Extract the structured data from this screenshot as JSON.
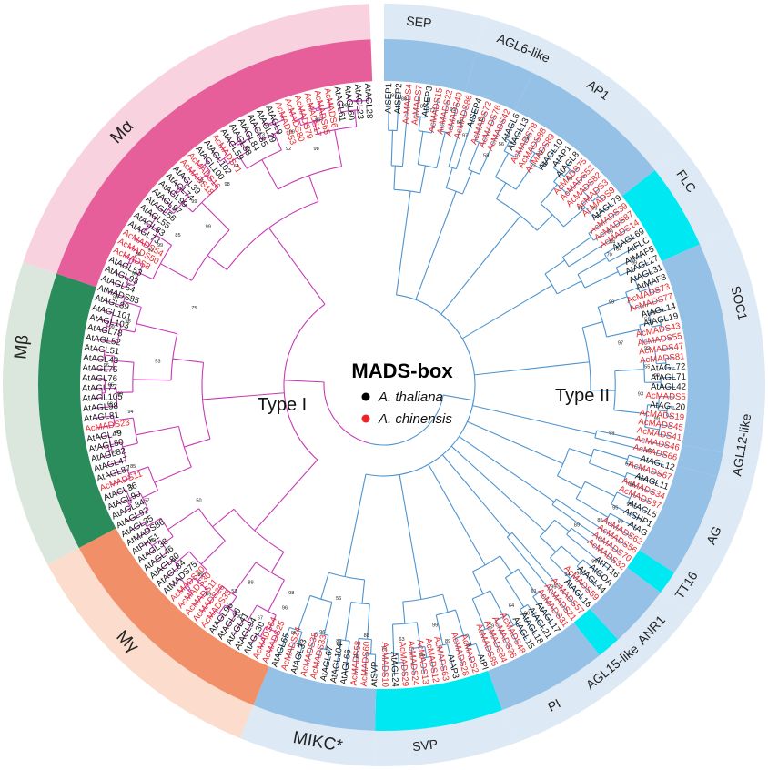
{
  "title": "MADS-box",
  "type_labels": {
    "type1": "Type I",
    "type2": "Type II"
  },
  "legend": [
    {
      "label": "A. thaliana",
      "color": "#000000"
    },
    {
      "label": "A. chinensis",
      "color": "#e8262a"
    }
  ],
  "colors": {
    "thaliana": "#111111",
    "chinensis": "#e8262a",
    "typeI_branch": "#c63ab5",
    "typeII_branch": "#4d93cf",
    "outer_ring": "#dde9f5",
    "band_blue": "#94c1e5",
    "band_cyan": "#00e8f2",
    "Ma": "#e75f9a",
    "Mb": "#2a8b5b",
    "Mg": "#f08f68"
  },
  "groups": [
    {
      "name": "SEP",
      "angle": 5.5,
      "start": 0,
      "end": 15.5,
      "color": "#94c1e5",
      "big": false
    },
    {
      "name": "AGL6-like",
      "angle": 22.5,
      "start": 15.5,
      "end": 25.5,
      "color": "#94c1e5",
      "big": false
    },
    {
      "name": "AP1",
      "angle": 36,
      "start": 25.5,
      "end": 51.6,
      "color": "#94c1e5",
      "big": false
    },
    {
      "name": "FLC",
      "angle": 56,
      "start": 51.6,
      "end": 66,
      "color": "#00e8f2",
      "big": false
    },
    {
      "name": "SOC1",
      "angle": 77,
      "start": 66,
      "end": 101.3,
      "color": "#94c1e5",
      "big": false
    },
    {
      "name": "AGL12-like",
      "angle": 99.5,
      "start": 101.3,
      "end": 105.4,
      "color": "#94c1e5",
      "big": false
    },
    {
      "name": "AG",
      "angle": 114.5,
      "start": 105.4,
      "end": 122.9,
      "color": "#94c1e5",
      "big": false
    },
    {
      "name": "TT16",
      "angle": 123.5,
      "start": 122.9,
      "end": 126.9,
      "color": "#00e8f2",
      "big": false
    },
    {
      "name": "ANR1",
      "angle": 132.5,
      "start": 126.9,
      "end": 137.4,
      "color": "#94c1e5",
      "big": false
    },
    {
      "name": "AGL15-like",
      "angle": 141,
      "start": 137.4,
      "end": 141.4,
      "color": "#00e8f2",
      "big": false
    },
    {
      "name": "PI",
      "angle": 152,
      "start": 141.4,
      "end": 160,
      "color": "#94c1e5",
      "big": false
    },
    {
      "name": "SVP",
      "angle": 173.5,
      "start": 160,
      "end": 181.5,
      "color": "#00e8f2",
      "big": false
    },
    {
      "name": "MIKC*",
      "angle": 190.5,
      "start": 181.5,
      "end": 202.2,
      "color": "#94c1e5",
      "big": true
    },
    {
      "name": "Mγ",
      "angle": 225,
      "start": 202.2,
      "end": 241.9,
      "color": "#f08f68",
      "big": true
    },
    {
      "name": "Mβ",
      "angle": 276,
      "start": 241.9,
      "end": 288.8,
      "color": "#2a8b5b",
      "big": true
    },
    {
      "name": "Mα",
      "angle": 314,
      "start": 288.8,
      "end": 357.8,
      "color": "#e75f9a",
      "big": true
    }
  ],
  "leaves": [
    {
      "label": "AtSEP1",
      "sp": "at"
    },
    {
      "label": "AtSEP2",
      "sp": "at"
    },
    {
      "label": "AcMADS4",
      "sp": "ac"
    },
    {
      "label": "AcMADS7",
      "sp": "ac"
    },
    {
      "label": "AtSEP3",
      "sp": "at"
    },
    {
      "label": "AcMADS15",
      "sp": "ac"
    },
    {
      "label": "AcMADS22",
      "sp": "ac"
    },
    {
      "label": "AcMADS40",
      "sp": "ac"
    },
    {
      "label": "AcMADS86",
      "sp": "ac"
    },
    {
      "label": "AtSEP4",
      "sp": "at"
    },
    {
      "label": "AcMADS72",
      "sp": "ac"
    },
    {
      "label": "AcMADS76",
      "sp": "ac"
    },
    {
      "label": "AcMADS42",
      "sp": "ac"
    },
    {
      "label": "AtAGL6",
      "sp": "at"
    },
    {
      "label": "AtAGL13",
      "sp": "at"
    },
    {
      "label": "AcMADS78",
      "sp": "ac"
    },
    {
      "label": "AcMADS88",
      "sp": "ac"
    },
    {
      "label": "AcMADS89",
      "sp": "ac"
    },
    {
      "label": "AtAGL10",
      "sp": "at"
    },
    {
      "label": "AtAP1",
      "sp": "at"
    },
    {
      "label": "AtAGL8",
      "sp": "at"
    },
    {
      "label": "AcMADS75",
      "sp": "ac"
    },
    {
      "label": "AcMADS52",
      "sp": "ac"
    },
    {
      "label": "AcMADS82",
      "sp": "ac"
    },
    {
      "label": "AcMADS3",
      "sp": "ac"
    },
    {
      "label": "AcMADS9",
      "sp": "ac"
    },
    {
      "label": "AtAGL79",
      "sp": "at"
    },
    {
      "label": "AcMADS39",
      "sp": "ac"
    },
    {
      "label": "AcMADS87",
      "sp": "ac"
    },
    {
      "label": "AcMADS14",
      "sp": "ac"
    },
    {
      "label": "AtAGL69",
      "sp": "at"
    },
    {
      "label": "AtFLC",
      "sp": "at"
    },
    {
      "label": "AtMAF5",
      "sp": "at"
    },
    {
      "label": "AtAGL27",
      "sp": "at"
    },
    {
      "label": "AtAGL31",
      "sp": "at"
    },
    {
      "label": "AtMAF3",
      "sp": "at"
    },
    {
      "label": "AcMADS73",
      "sp": "ac"
    },
    {
      "label": "AcMADS77",
      "sp": "ac"
    },
    {
      "label": "AtAGL14",
      "sp": "at"
    },
    {
      "label": "AtAGL19",
      "sp": "at"
    },
    {
      "label": "AcMADS43",
      "sp": "ac"
    },
    {
      "label": "AcMADS55",
      "sp": "ac"
    },
    {
      "label": "AcMADS47",
      "sp": "ac"
    },
    {
      "label": "AcMADS81",
      "sp": "ac"
    },
    {
      "label": "AtAGL72",
      "sp": "at"
    },
    {
      "label": "AtAGL71",
      "sp": "at"
    },
    {
      "label": "AtAGL42",
      "sp": "at"
    },
    {
      "label": "AcMADS5",
      "sp": "ac"
    },
    {
      "label": "AtAGL20",
      "sp": "at"
    },
    {
      "label": "AcMADS19",
      "sp": "ac"
    },
    {
      "label": "AcMADS45",
      "sp": "ac"
    },
    {
      "label": "AcMADS41",
      "sp": "ac"
    },
    {
      "label": "AcMADS46",
      "sp": "ac"
    },
    {
      "label": "AcMADS66",
      "sp": "ac"
    },
    {
      "label": "AtAGL12",
      "sp": "at"
    },
    {
      "label": "AcMADS67",
      "sp": "ac"
    },
    {
      "label": "AtAGL11",
      "sp": "at"
    },
    {
      "label": "AcMADS34",
      "sp": "ac"
    },
    {
      "label": "AcMADS37",
      "sp": "ac"
    },
    {
      "label": "AtAGL5",
      "sp": "at"
    },
    {
      "label": "AtSHP1",
      "sp": "at"
    },
    {
      "label": "AtAG",
      "sp": "at"
    },
    {
      "label": "AcMADS62",
      "sp": "ac"
    },
    {
      "label": "AcMADS56",
      "sp": "ac"
    },
    {
      "label": "AcMADS70",
      "sp": "ac"
    },
    {
      "label": "AcMADS32",
      "sp": "ac"
    },
    {
      "label": "AtTT16",
      "sp": "at"
    },
    {
      "label": "AtGOA",
      "sp": "at"
    },
    {
      "label": "AtAGL44",
      "sp": "at"
    },
    {
      "label": "AcMADS59",
      "sp": "ac"
    },
    {
      "label": "AtAGL16",
      "sp": "at"
    },
    {
      "label": "AcMADS57",
      "sp": "ac"
    },
    {
      "label": "AcMADS21",
      "sp": "ac"
    },
    {
      "label": "AcMADS31",
      "sp": "ac"
    },
    {
      "label": "AtAGL17",
      "sp": "at"
    },
    {
      "label": "AtAGL21",
      "sp": "at"
    },
    {
      "label": "AtAGL18",
      "sp": "at"
    },
    {
      "label": "AtAGL15",
      "sp": "at"
    },
    {
      "label": "AcMADS48",
      "sp": "ac"
    },
    {
      "label": "AcMADS36",
      "sp": "ac"
    },
    {
      "label": "AcMADS84",
      "sp": "ac"
    },
    {
      "label": "AcMADS85",
      "sp": "ac"
    },
    {
      "label": "AtPI",
      "sp": "at"
    },
    {
      "label": "AcMADS2",
      "sp": "ac"
    },
    {
      "label": "AcMADS28",
      "sp": "ac"
    },
    {
      "label": "AtAP3",
      "sp": "at"
    },
    {
      "label": "AcMADS63",
      "sp": "ac"
    },
    {
      "label": "AcMADS12",
      "sp": "ac"
    },
    {
      "label": "AcMADS13",
      "sp": "ac"
    },
    {
      "label": "AcMADS24",
      "sp": "ac"
    },
    {
      "label": "AcMADS29",
      "sp": "ac"
    },
    {
      "label": "AtAGL24",
      "sp": "at"
    },
    {
      "label": "AcMADS10",
      "sp": "ac"
    },
    {
      "label": "AtSVP",
      "sp": "at"
    },
    {
      "label": "AcMADS60",
      "sp": "ac"
    },
    {
      "label": "AcMADS58",
      "sp": "ac"
    },
    {
      "label": "AtAGL66",
      "sp": "at"
    },
    {
      "label": "AtAGL104",
      "sp": "at"
    },
    {
      "label": "AtAGL67",
      "sp": "at"
    },
    {
      "label": "AcMADS33",
      "sp": "ac"
    },
    {
      "label": "AcMADS38",
      "sp": "ac"
    },
    {
      "label": "AtAGL33",
      "sp": "at"
    },
    {
      "label": "AcMADS24",
      "sp": "ac"
    },
    {
      "label": "AtAGL65",
      "sp": "at"
    },
    {
      "label": "AcMADS25",
      "sp": "ac"
    },
    {
      "label": "AcMADS64",
      "sp": "ac"
    },
    {
      "label": "AtAGL30",
      "sp": "at"
    },
    {
      "label": "AtAGL94",
      "sp": "at"
    },
    {
      "label": "AtAGL41",
      "sp": "at"
    },
    {
      "label": "AtAGL46",
      "sp": "at"
    },
    {
      "label": "AtAGL96",
      "sp": "at"
    },
    {
      "label": "AcMADS35",
      "sp": "ac"
    },
    {
      "label": "AcMADS26",
      "sp": "ac"
    },
    {
      "label": "AcMADS11",
      "sp": "ac"
    },
    {
      "label": "AcMADS30",
      "sp": "ac"
    },
    {
      "label": "AcMADS20",
      "sp": "ac"
    },
    {
      "label": "AtMADS75",
      "sp": "at"
    },
    {
      "label": "AtAGL84",
      "sp": "at"
    },
    {
      "label": "AtAGL80",
      "sp": "at"
    },
    {
      "label": "AtAGL46",
      "sp": "at"
    },
    {
      "label": "AtAGL38",
      "sp": "at"
    },
    {
      "label": "AtPHE1",
      "sp": "at"
    },
    {
      "label": "AtMADS86",
      "sp": "at"
    },
    {
      "label": "AtAGL35",
      "sp": "at"
    },
    {
      "label": "AtAGL92",
      "sp": "at"
    },
    {
      "label": "AtAGL34",
      "sp": "at"
    },
    {
      "label": "AtAGL90",
      "sp": "at"
    },
    {
      "label": "AtAGL36",
      "sp": "at"
    },
    {
      "label": "AcMADS11",
      "sp": "ac"
    },
    {
      "label": "AtAGL87",
      "sp": "at"
    },
    {
      "label": "AtAGL47",
      "sp": "at"
    },
    {
      "label": "AtAGL82",
      "sp": "at"
    },
    {
      "label": "AtAGL50",
      "sp": "at"
    },
    {
      "label": "AtAGL49",
      "sp": "at"
    },
    {
      "label": "AcMADS23",
      "sp": "ac"
    },
    {
      "label": "AtAGL81",
      "sp": "at"
    },
    {
      "label": "AtAGL98",
      "sp": "at"
    },
    {
      "label": "AtAGL105",
      "sp": "at"
    },
    {
      "label": "AtAGL77",
      "sp": "at"
    },
    {
      "label": "AtAGL76",
      "sp": "at"
    },
    {
      "label": "AtAGL75",
      "sp": "at"
    },
    {
      "label": "AtAGL43",
      "sp": "at"
    },
    {
      "label": "AtAGL51",
      "sp": "at"
    },
    {
      "label": "AtAGL52",
      "sp": "at"
    },
    {
      "label": "AtAGL78",
      "sp": "at"
    },
    {
      "label": "AtAGL103",
      "sp": "at"
    },
    {
      "label": "AtAGL101",
      "sp": "at"
    },
    {
      "label": "AtAGL89",
      "sp": "at"
    },
    {
      "label": "AtMADS85",
      "sp": "at"
    },
    {
      "label": "AtAGL54",
      "sp": "at"
    },
    {
      "label": "AtAGL93",
      "sp": "at"
    },
    {
      "label": "AtAGL53",
      "sp": "at"
    },
    {
      "label": "AcMADS8",
      "sp": "ac"
    },
    {
      "label": "AcMADS50",
      "sp": "ac"
    },
    {
      "label": "AcMADS54",
      "sp": "ac"
    },
    {
      "label": "AtAGL73",
      "sp": "at"
    },
    {
      "label": "AtAGL83",
      "sp": "at"
    },
    {
      "label": "AtAGL55",
      "sp": "at"
    },
    {
      "label": "AtAGL56",
      "sp": "at"
    },
    {
      "label": "AtAGL97",
      "sp": "at"
    },
    {
      "label": "AtAGL99",
      "sp": "at"
    },
    {
      "label": "AtAGL74",
      "sp": "at"
    },
    {
      "label": "AtAGL39",
      "sp": "at"
    },
    {
      "label": "AcMADS18",
      "sp": "ac"
    },
    {
      "label": "AcMADS16",
      "sp": "ac"
    },
    {
      "label": "AtAGL100",
      "sp": "at"
    },
    {
      "label": "AtAGL102",
      "sp": "at"
    },
    {
      "label": "AcMADS71",
      "sp": "ac"
    },
    {
      "label": "AtAGL59",
      "sp": "at"
    },
    {
      "label": "AtAGL58",
      "sp": "at"
    },
    {
      "label": "AtAGL84",
      "sp": "at"
    },
    {
      "label": "AtAGL85",
      "sp": "at"
    },
    {
      "label": "AtAGL29",
      "sp": "at"
    },
    {
      "label": "AtAGL9",
      "sp": "at"
    },
    {
      "label": "AcMADS53",
      "sp": "ac"
    },
    {
      "label": "AcMADS80",
      "sp": "ac"
    },
    {
      "label": "AcMADS79",
      "sp": "ac"
    },
    {
      "label": "AcMADS17",
      "sp": "ac"
    },
    {
      "label": "AcMADS65",
      "sp": "ac"
    },
    {
      "label": "AcMADS6",
      "sp": "ac"
    },
    {
      "label": "AtAGL61",
      "sp": "at"
    },
    {
      "label": "AtAGL60",
      "sp": "at"
    },
    {
      "label": "AtAGL23",
      "sp": "at"
    },
    {
      "label": "AtAGL28",
      "sp": "at"
    }
  ],
  "bootstrap": [
    {
      "v": "93",
      "a": 2,
      "r": 318
    },
    {
      "v": "88",
      "a": 4,
      "r": 315
    },
    {
      "v": "87",
      "a": 8,
      "r": 309
    },
    {
      "v": "77",
      "a": 10,
      "r": 306
    },
    {
      "v": "91",
      "a": 14,
      "r": 312
    },
    {
      "v": "64",
      "a": 16,
      "r": 300
    },
    {
      "v": "99",
      "a": 20,
      "r": 310
    },
    {
      "v": "97",
      "a": 18,
      "r": 288
    },
    {
      "v": "99",
      "a": 30,
      "r": 313
    },
    {
      "v": "75",
      "a": 34,
      "r": 307
    },
    {
      "v": "56",
      "a": 26,
      "r": 294
    },
    {
      "v": "58",
      "a": 24,
      "r": 276
    },
    {
      "v": "96",
      "a": 36,
      "r": 300
    },
    {
      "v": "60",
      "a": 42,
      "r": 305
    },
    {
      "v": "74",
      "a": 48,
      "r": 290
    },
    {
      "v": "99",
      "a": 50,
      "r": 302
    },
    {
      "v": "97",
      "a": 52,
      "r": 300
    },
    {
      "v": "99",
      "a": 56,
      "r": 300
    },
    {
      "v": "84",
      "a": 58,
      "r": 296
    },
    {
      "v": "70",
      "a": 60,
      "r": 286
    },
    {
      "v": "64",
      "a": 60,
      "r": 298
    },
    {
      "v": "99",
      "a": 64,
      "r": 306
    },
    {
      "v": "99",
      "a": 70,
      "r": 266
    },
    {
      "v": "99",
      "a": 75,
      "r": 306
    },
    {
      "v": "51",
      "a": 76,
      "r": 298
    },
    {
      "v": "97",
      "a": 80,
      "r": 264
    },
    {
      "v": "99",
      "a": 82,
      "r": 292
    },
    {
      "v": "55",
      "a": 86,
      "r": 290
    },
    {
      "v": "90",
      "a": 88,
      "r": 300
    },
    {
      "v": "93",
      "a": 92,
      "r": 282
    },
    {
      "v": "99",
      "a": 97,
      "r": 302
    },
    {
      "v": "99",
      "a": 102,
      "r": 256
    },
    {
      "v": "67",
      "a": 108,
      "r": 282
    },
    {
      "v": "87",
      "a": 104,
      "r": 300
    },
    {
      "v": "74",
      "a": 110,
      "r": 300
    },
    {
      "v": "77",
      "a": 110,
      "r": 306
    },
    {
      "v": "96",
      "a": 112,
      "r": 294
    },
    {
      "v": "99",
      "a": 116,
      "r": 300
    },
    {
      "v": "95",
      "a": 118,
      "r": 288
    },
    {
      "v": "89",
      "a": 120,
      "r": 300
    },
    {
      "v": "85",
      "a": 122,
      "r": 280
    },
    {
      "v": "89",
      "a": 126,
      "r": 262
    },
    {
      "v": "99",
      "a": 130,
      "r": 302
    },
    {
      "v": "98",
      "a": 134,
      "r": 298
    },
    {
      "v": "94",
      "a": 136,
      "r": 290
    },
    {
      "v": "95",
      "a": 140,
      "r": 290
    },
    {
      "v": "61",
      "a": 144,
      "r": 280
    },
    {
      "v": "90",
      "a": 148,
      "r": 296
    },
    {
      "v": "64",
      "a": 150,
      "r": 280
    },
    {
      "v": "79",
      "a": 156,
      "r": 290
    },
    {
      "v": "99",
      "a": 162,
      "r": 300
    },
    {
      "v": "89",
      "a": 166,
      "r": 290
    },
    {
      "v": "95",
      "a": 172,
      "r": 300
    },
    {
      "v": "63",
      "a": 176,
      "r": 280
    },
    {
      "v": "72",
      "a": 180,
      "r": 290
    },
    {
      "v": "76",
      "a": 186,
      "r": 300
    },
    {
      "v": "86",
      "a": 190,
      "r": 286
    },
    {
      "v": "96",
      "a": 194,
      "r": 280
    },
    {
      "v": "99",
      "a": 198,
      "r": 300
    },
    {
      "v": "95",
      "a": 200,
      "r": 290
    },
    {
      "v": "98",
      "a": 204,
      "r": 250
    },
    {
      "v": "67",
      "a": 208,
      "r": 290
    },
    {
      "v": "90",
      "a": 212,
      "r": 300
    },
    {
      "v": "53",
      "a": 216,
      "r": 280
    },
    {
      "v": "89",
      "a": 220,
      "r": 300
    },
    {
      "v": "89",
      "a": 224,
      "r": 290
    },
    {
      "v": "99",
      "a": 230,
      "r": 300
    },
    {
      "v": "98",
      "a": 236,
      "r": 306
    },
    {
      "v": "50",
      "a": 238,
      "r": 240
    },
    {
      "v": "57",
      "a": 244,
      "r": 290
    },
    {
      "v": "93",
      "a": 248,
      "r": 300
    },
    {
      "v": "85",
      "a": 252,
      "r": 290
    },
    {
      "v": "99",
      "a": 256,
      "r": 306
    },
    {
      "v": "51",
      "a": 260,
      "r": 296
    },
    {
      "v": "94",
      "a": 264,
      "r": 280
    },
    {
      "v": "68",
      "a": 266,
      "r": 302
    },
    {
      "v": "99",
      "a": 268,
      "r": 290
    },
    {
      "v": "95",
      "a": 270,
      "r": 300
    },
    {
      "v": "96",
      "a": 274,
      "r": 306
    },
    {
      "v": "53",
      "a": 276,
      "r": 250
    },
    {
      "v": "99",
      "a": 282,
      "r": 306
    },
    {
      "v": "98",
      "a": 284,
      "r": 290
    },
    {
      "v": "99",
      "a": 288,
      "r": 310
    },
    {
      "v": "75",
      "a": 292,
      "r": 225
    },
    {
      "v": "99",
      "a": 294,
      "r": 300
    },
    {
      "v": "80",
      "a": 298,
      "r": 306
    },
    {
      "v": "92",
      "a": 300,
      "r": 296
    },
    {
      "v": "99",
      "a": 302,
      "r": 290
    },
    {
      "v": "85",
      "a": 306,
      "r": 280
    },
    {
      "v": "99",
      "a": 310,
      "r": 300
    },
    {
      "v": "99",
      "a": 314,
      "r": 290
    },
    {
      "v": "75",
      "a": 318,
      "r": 300
    },
    {
      "v": "98",
      "a": 322,
      "r": 280
    },
    {
      "v": "61",
      "a": 326,
      "r": 290
    },
    {
      "v": "99",
      "a": 330,
      "r": 300
    },
    {
      "v": "73",
      "a": 334,
      "r": 306
    },
    {
      "v": "99",
      "a": 340,
      "r": 296
    },
    {
      "v": "99",
      "a": 346,
      "r": 300
    },
    {
      "v": "99",
      "a": 352,
      "r": 310
    },
    {
      "v": "92",
      "a": 338,
      "r": 280
    },
    {
      "v": "99",
      "a": 312,
      "r": 260
    },
    {
      "v": "98",
      "a": 344,
      "r": 270
    },
    {
      "v": "56",
      "a": 192,
      "r": 240
    },
    {
      "v": "89",
      "a": 214,
      "r": 262
    },
    {
      "v": "99",
      "a": 168,
      "r": 270
    },
    {
      "v": "88",
      "a": 184,
      "r": 276
    },
    {
      "v": "96",
      "a": 204,
      "r": 268
    }
  ]
}
